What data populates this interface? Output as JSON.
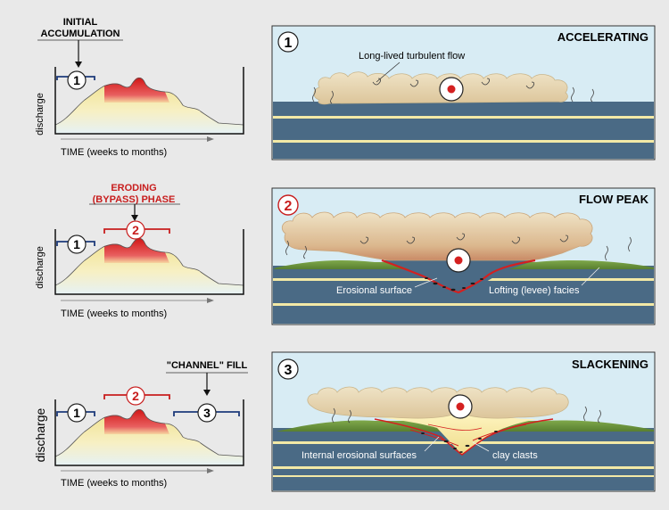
{
  "panels": [
    {
      "number": "1",
      "title": "ACCELERATING",
      "annotations": [
        "Long-lived turbulent flow"
      ],
      "hydrograph": {
        "ylabel": "discharge",
        "xlabel": "TIME (weeks to months)",
        "phase_labels": [
          "1"
        ],
        "header_lines": [
          "INITIAL",
          "ACCUMULATION"
        ]
      }
    },
    {
      "number": "2",
      "title": "FLOW PEAK",
      "annotations": [
        "Erosional surface",
        "Lofting (levee) facies"
      ],
      "hydrograph": {
        "ylabel": "discharge",
        "xlabel": "TIME (weeks to months)",
        "phase_labels": [
          "1",
          "2"
        ],
        "header_lines": [
          "ERODING",
          "(BYPASS) PHASE"
        ]
      }
    },
    {
      "number": "3",
      "title": "SLACKENING",
      "annotations": [
        "Internal erosional surfaces",
        "clay clasts"
      ],
      "hydrograph": {
        "ylabel": "discharge",
        "xlabel": "TIME (weeks to months)",
        "phase_labels": [
          "1",
          "2",
          "3"
        ],
        "header_lines": [
          "\"CHANNEL\" FILL"
        ]
      }
    }
  ],
  "colors": {
    "water": "#d8ecf4",
    "seabed": "#4a6a85",
    "sand_layer": "#f3e9a6",
    "cloud": "#e8d6b0",
    "erosion_red": "#d42020",
    "peak_red": "#d61a1a",
    "phase_blue": "#1d3a7a",
    "levee_green": "#6f9a40"
  }
}
